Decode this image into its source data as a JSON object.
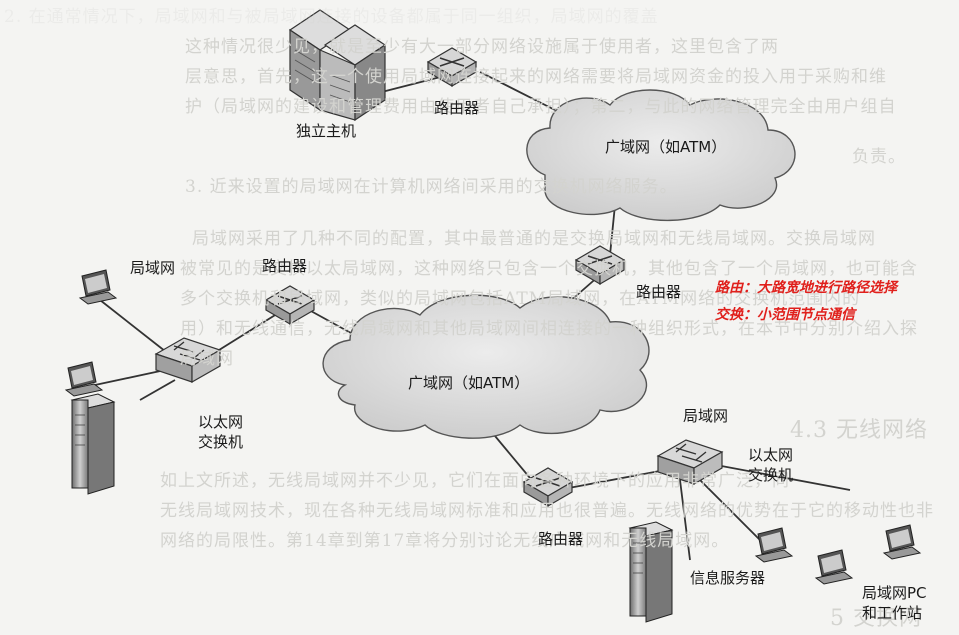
{
  "background_text": [
    "2. 在通常情况下，局域网和与被局域网连接的设备都属于同一组织，局域网的覆盖",
    "这种情况很少见，就是至少有大一部分网络设施属于使用者，这里包含了两",
    "层意思，首先，这一个使用局域网连接起来的网络需要将局域网资金的投入用于采购和维",
    "护（局域网的建设和管理费用由使用者自己承担）；第二，与此的网络管理完全由用户组自",
    "负责。",
    "3. 近来设置的局域网在计算机网络间采用的交换机网络服务。",
    "局域网采用了几种不同的配置，其中最普通的是交换局域网和无线局域网。交换局域网",
    "被常见的是交换以太局域网，这种网络只包含一个交换机，其他包含了一个局域网，也可能含",
    "多个交换机和局域网，类似的局域网包括ATM局域网，在ATM网络的交换机范围内的",
    "用）和无线通信，无线局域网和其他局域网间相连接的一种组织形式，在本节中分别介绍入探",
    "局域网",
    "4.3 无线网络",
    "如上文所述，无线局域网并不少见，它们在面向各种环境下的应用非常广泛，同",
    "无线局域网技术，现在各种无线局域网标准和应用也很普遍。无线网络的优势在于它的移动性也非",
    "网络的局限性。第14章到第17章将分别讨论无线广域网和无线局域网。",
    "5 交换网"
  ],
  "labels": {
    "standalone_host": "独立主机",
    "router_top": "路由器",
    "wan_top": "广域网（如ATM）",
    "lan_left": "局域网",
    "router_left": "路由器",
    "router_mid": "路由器",
    "wan_bottom": "广域网（如ATM）",
    "ethernet_switch_left": [
      "以太网",
      "交换机"
    ],
    "lan_right": "局域网",
    "ethernet_switch_right": [
      "以太网",
      "交换机"
    ],
    "router_bottom": "路由器",
    "info_server": "信息服务器",
    "lan_pc": [
      "局域网PC",
      "和工作站"
    ]
  },
  "annotations": [
    "路由：大路宽地进行路径选择",
    "交换：小范围节点通信"
  ],
  "colors": {
    "cloud_fill": "#d9d9d9",
    "device_fill": "#bdbdbd",
    "annotation": "#e0201c"
  }
}
